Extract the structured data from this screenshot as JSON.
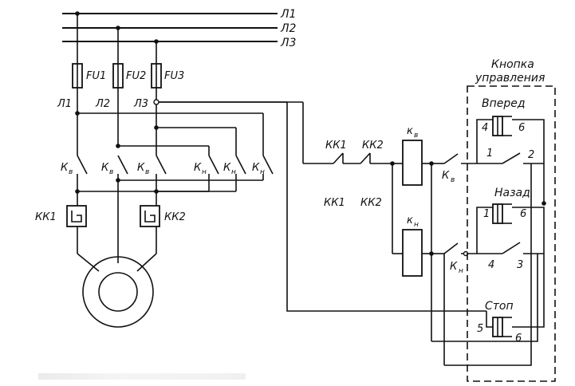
{
  "lines": {
    "l1": "Л1",
    "l2": "Л2",
    "l3": "Л3"
  },
  "fuses": {
    "fu1": "FU1",
    "fu2": "FU2",
    "fu3": "FU3"
  },
  "phase_labels": {
    "l1": "Л1",
    "l2": "Л2",
    "l3": "Л3"
  },
  "power_contacts": {
    "k_main": "К",
    "sub_v": "в",
    "sub_n": "н"
  },
  "thermal_relays": {
    "kk1": "КК1",
    "kk2": "КК2"
  },
  "control": {
    "kk1": "КК1",
    "kk2": "КК2",
    "coil_k": "к",
    "coil_v_sub": "в",
    "coil_n_sub": "н",
    "contact_k": "К",
    "contact_v_sub": "в",
    "contact_n_sub": "н"
  },
  "button_panel": {
    "title_line1": "Кнопка",
    "title_line2": "управления",
    "forward": "Вперед",
    "back": "Назад",
    "stop": "Стоп",
    "pins": {
      "f4": "4",
      "f6": "6",
      "f1": "1",
      "f2": "2",
      "b1": "1",
      "b6": "6",
      "b4": "4",
      "b3": "3",
      "s5": "5",
      "s6": "6"
    }
  },
  "colors": {
    "ink": "#111111",
    "paper": "#ffffff"
  }
}
